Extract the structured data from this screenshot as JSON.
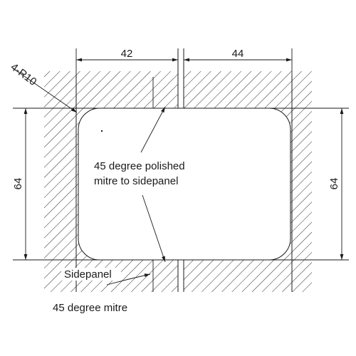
{
  "dimensions": {
    "left_width": "42",
    "right_width": "44",
    "left_height": "64",
    "right_height": "64",
    "radius": "4-R10"
  },
  "labels": {
    "mitre_polished_line1": "45 degree polished",
    "mitre_polished_line2": "mitre to sidepanel",
    "sidepanel": "Sidepanel",
    "mitre": "45 degree mitre"
  }
}
